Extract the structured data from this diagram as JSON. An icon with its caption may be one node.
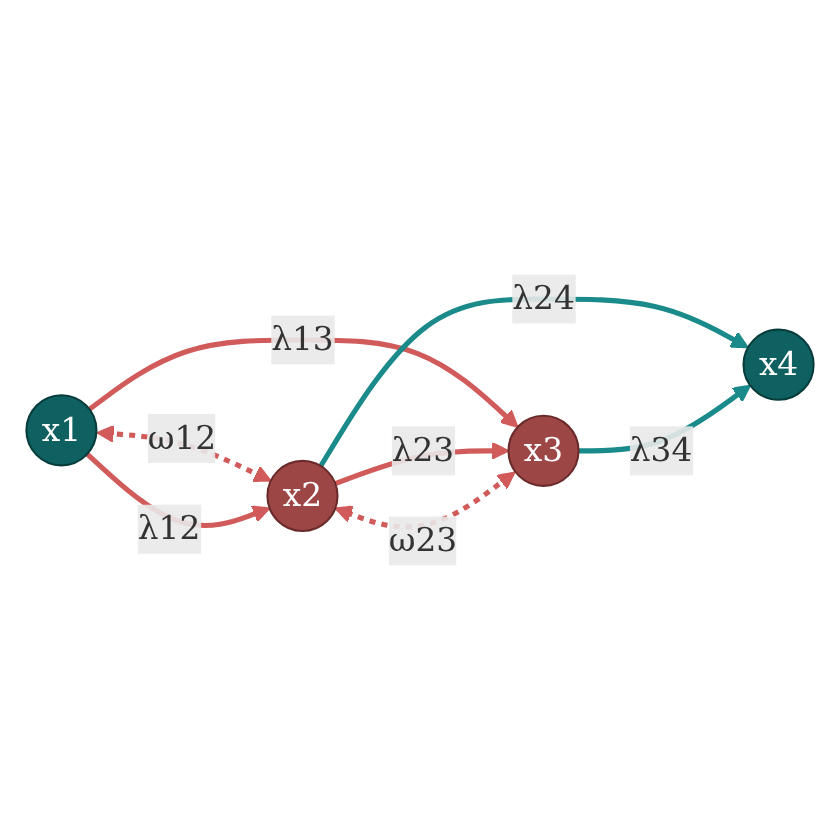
{
  "diagram": {
    "nodes": [
      {
        "text": [
          "x1"
        ]
      },
      {
        "text": [
          "x2"
        ]
      },
      {
        "text": [
          "x3"
        ]
      },
      {
        "text": [
          "x4"
        ]
      }
    ],
    "edges": [
      {
        "from": 0,
        "to": 1,
        "arrow": "both",
        "label": "ω12",
        "style": "dashed"
      },
      {
        "from": 0,
        "to": 1,
        "arrow": "to",
        "label": "λ12"
      },
      {
        "from": 0,
        "to": 2,
        "arrow": "to",
        "label": "λ13"
      },
      {
        "from": 2,
        "to": 1,
        "arrow": "both",
        "label": "ω23",
        "style": "dashed"
      },
      {
        "from": 1,
        "to": 2,
        "arrow": "to",
        "label": "λ23"
      },
      {
        "from": 1,
        "to": 3,
        "arrow": "to",
        "label": "λ24",
        "color": "#1a8a8a"
      },
      {
        "from": 2,
        "to": 3,
        "arrow": "to",
        "label": "λ34",
        "color": "#1a8a8a"
      }
    ]
  }
}
